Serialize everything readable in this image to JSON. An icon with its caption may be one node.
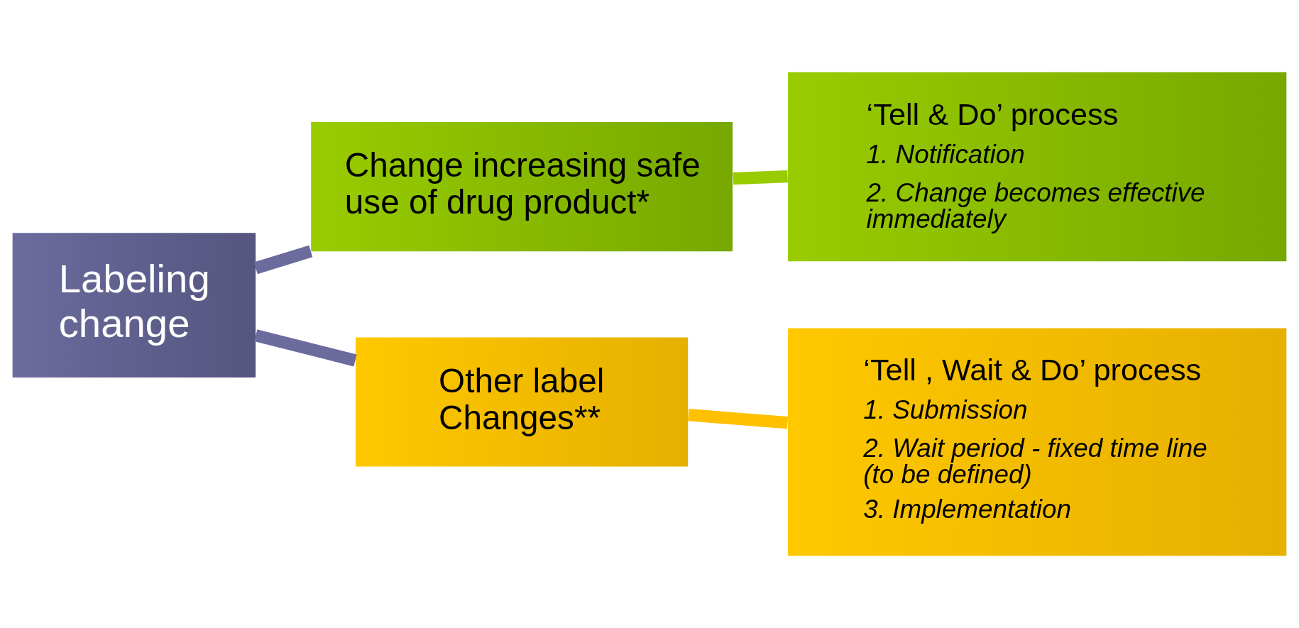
{
  "diagram": {
    "nodes": [
      {
        "text": [
          "Labeling change"
        ]
      },
      {
        "text": [
          "Change increasing safe use of drug product*"
        ]
      },
      {
        "text": [
          "Other label Changes**"
        ]
      },
      {
        "text": [
          "‘Tell & Do’ process",
          "1. Notification",
          "2. Change becomes effective immediately"
        ]
      },
      {
        "text": [
          "‘Tell , Wait & Do’ process",
          "1. Submission",
          "2. Wait period - fixed time line (to be defined)",
          "3. Implementation"
        ]
      }
    ],
    "edges": [
      {
        "from": 0,
        "to": 1,
        "arrow": "none",
        "color": "#6b6b9e"
      },
      {
        "from": 0,
        "to": 2,
        "arrow": "none",
        "color": "#6b6b9e"
      },
      {
        "from": 1,
        "to": 3,
        "arrow": "none",
        "color": "#99cc00"
      },
      {
        "from": 2,
        "to": 4,
        "arrow": "none",
        "color": "#ffc000"
      }
    ]
  }
}
